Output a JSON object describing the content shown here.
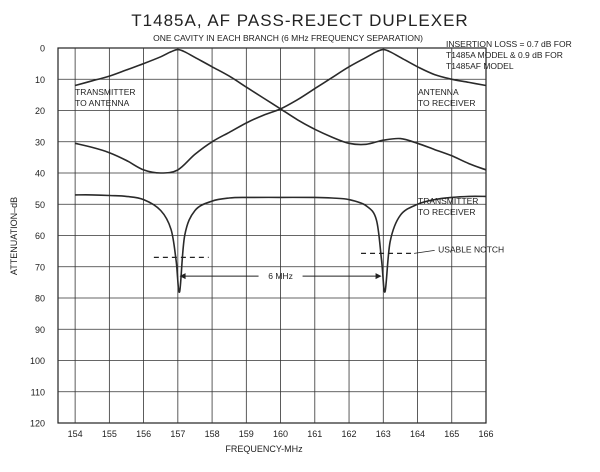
{
  "chart_data": {
    "type": "line",
    "title": "T1485A, AF PASS-REJECT DUPLEXER",
    "subtitle": "ONE CAVITY IN EACH BRANCH (6 MHz FREQUENCY SEPARATION)",
    "xlabel": "FREQUENCY-MHz",
    "ylabel": "ATTENUATION–dB",
    "xlim": [
      153.5,
      166
    ],
    "ylim": [
      0,
      120
    ],
    "y_inverted": true,
    "grid": true,
    "x_ticks": [
      154,
      155,
      156,
      157,
      158,
      159,
      160,
      161,
      162,
      163,
      164,
      165,
      166
    ],
    "y_ticks": [
      0,
      10,
      20,
      30,
      40,
      50,
      60,
      70,
      80,
      90,
      100,
      110,
      120
    ],
    "series": [
      {
        "name": "TRANSMITTER TO ANTENNA",
        "x": [
          154,
          154.5,
          155,
          155.5,
          156,
          156.5,
          156.8,
          157,
          157.2,
          157.5,
          158,
          158.5,
          159,
          159.5,
          160,
          160.5,
          161,
          161.5,
          162,
          162.5,
          163,
          163.5,
          164,
          164.5,
          165,
          165.5,
          166
        ],
        "y": [
          12,
          10.5,
          9,
          7,
          5,
          2.8,
          1.2,
          0.5,
          1.2,
          3,
          6,
          9,
          12.5,
          16,
          19.5,
          23,
          26,
          28.5,
          30.5,
          30.8,
          29.5,
          29,
          30.5,
          32.5,
          34.5,
          37,
          39
        ]
      },
      {
        "name": "ANTENNA TO RECEIVER",
        "x": [
          154,
          154.5,
          155,
          155.5,
          156,
          156.5,
          157,
          157.5,
          158,
          158.5,
          159,
          159.5,
          160,
          160.5,
          161,
          161.5,
          162,
          162.5,
          162.8,
          163,
          163.2,
          163.5,
          164,
          164.5,
          165,
          165.5,
          166
        ],
        "y": [
          30.5,
          31.8,
          33.5,
          36,
          39,
          40,
          39,
          34,
          30,
          27,
          24,
          21.5,
          19.5,
          16.5,
          13,
          9.5,
          6,
          3,
          1.2,
          0.5,
          1.2,
          3,
          6,
          8.5,
          10,
          11,
          12
        ]
      },
      {
        "name": "TRANSMITTER TO RECEIVER",
        "x": [
          154,
          154.5,
          155,
          155.5,
          156,
          156.5,
          156.8,
          156.95,
          157.05,
          157.2,
          157.5,
          158,
          158.5,
          159,
          160,
          161,
          161.5,
          162,
          162.5,
          162.8,
          162.95,
          163.05,
          163.2,
          163.5,
          164,
          164.5,
          165,
          165.5,
          166
        ],
        "y": [
          47,
          47,
          47.2,
          47.5,
          48.5,
          52,
          58,
          68,
          78,
          60,
          52,
          49,
          48,
          47.8,
          47.8,
          47.8,
          48,
          48.5,
          50.5,
          55,
          68,
          78,
          62,
          53.5,
          50,
          48.5,
          47.8,
          47.5,
          47.5
        ]
      }
    ],
    "annotations": {
      "insertion_loss": [
        "INSERTION LOSS = 0.7 dB FOR",
        "T1485A MODEL & 0.9 dB FOR",
        "T1485AF MODEL"
      ],
      "tx_to_antenna": [
        "TRANSMITTER",
        "TO ANTENNA"
      ],
      "antenna_to_receiver": [
        "ANTENNA",
        "TO RECEIVER"
      ],
      "tx_to_receiver": [
        "TRANSMITTER",
        "TO RECEIVER"
      ],
      "usable_notch": "USABLE NOTCH",
      "separation": "6 MHz"
    },
    "usable_notch_level": 67,
    "separation_level": 73
  }
}
